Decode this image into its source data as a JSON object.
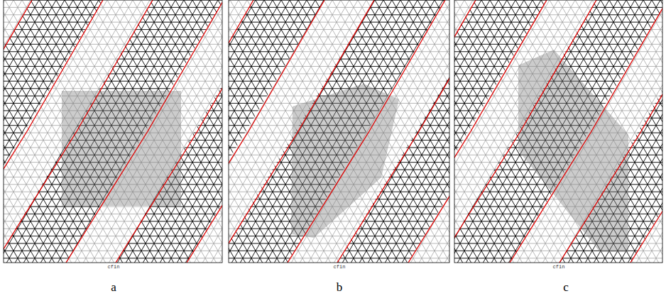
{
  "diagram": {
    "labels": [
      "cfin",
      "cfin",
      "cfin",
      "a",
      "b",
      "c"
    ]
  }
}
